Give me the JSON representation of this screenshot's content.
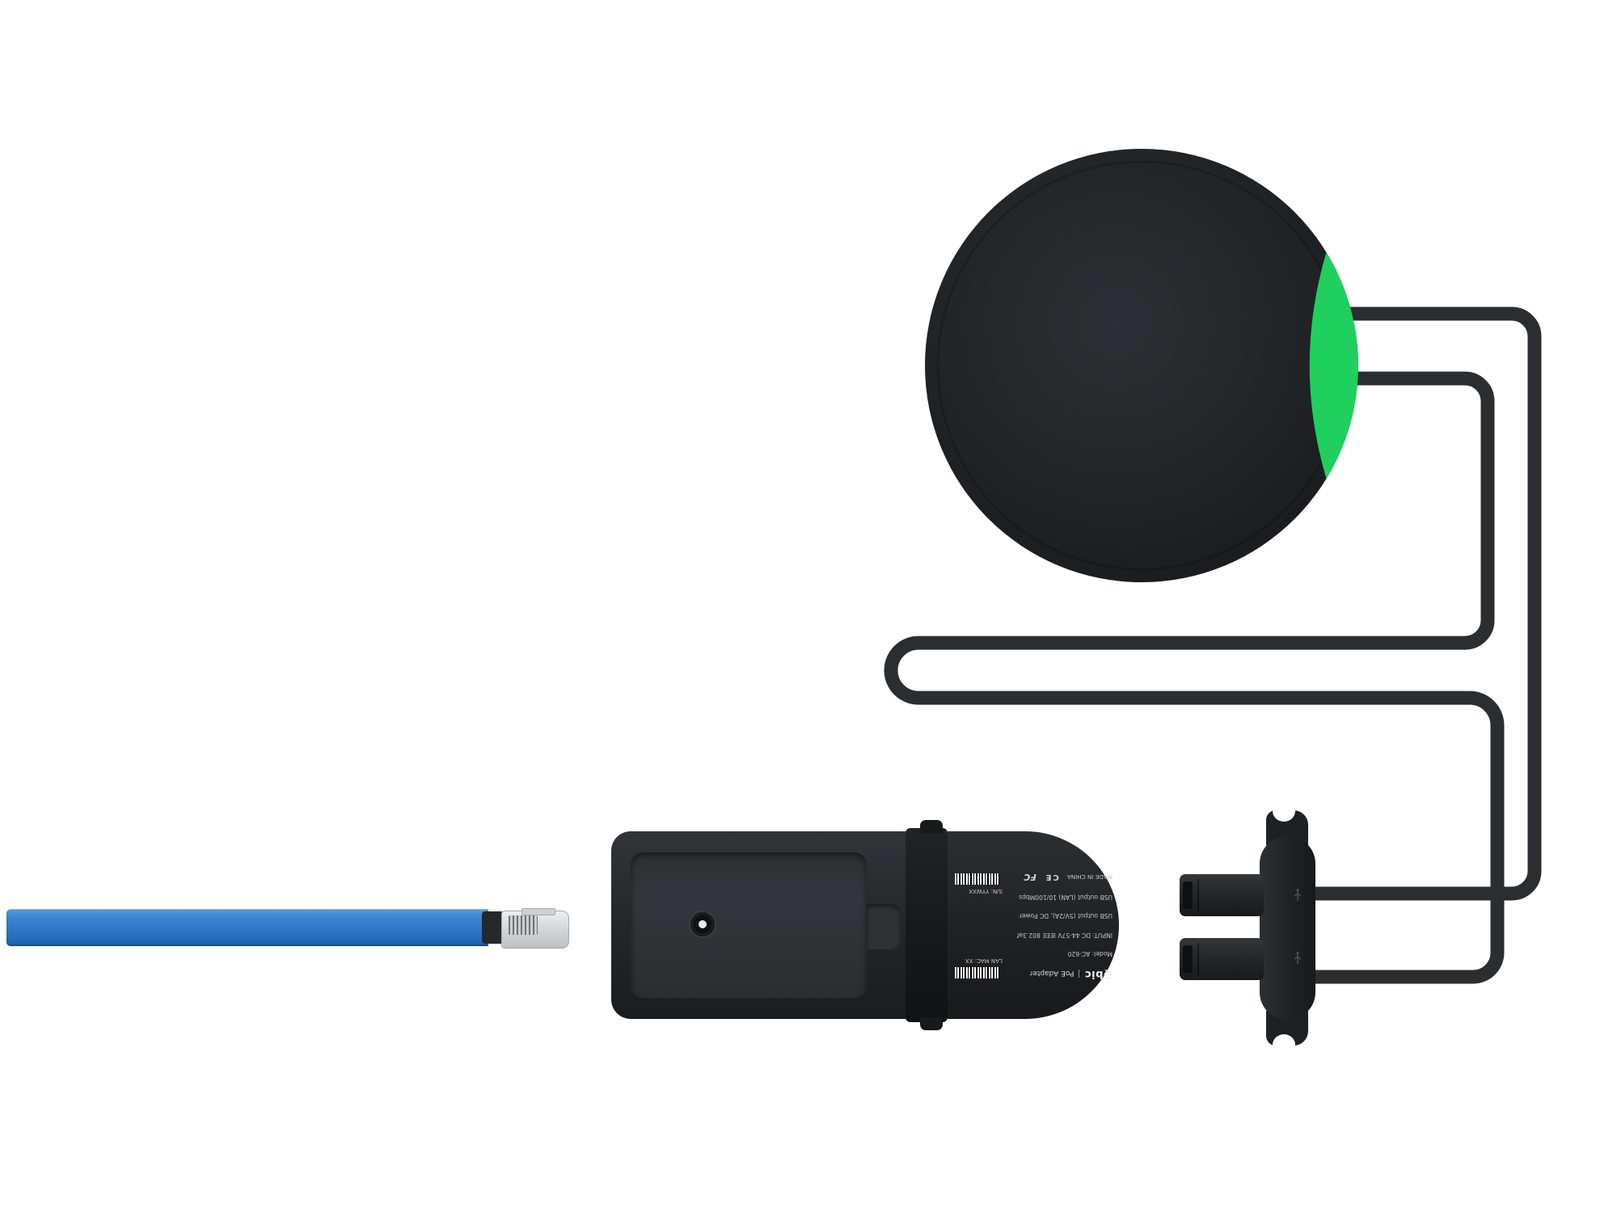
{
  "scene": {
    "background": "#ffffff",
    "accent_green": "#1fd05e",
    "device_black": "#212427",
    "cable_color": "#2b2e31",
    "ethernet_blue": "#2f7ac9"
  },
  "adapter_label": {
    "brand": "Qbic",
    "product_name": "PoE Adapter",
    "model": "Model: AC-620",
    "line_input": "INPUT: DC 44-57V IEEE 802.3af",
    "line_usb_power": "USB output (5V/2A), DC Power",
    "line_usb_lan": "USB output (LAN)  10/100Mbps",
    "made_in": "MADE IN CHINA",
    "fcc_mark": "FC",
    "ce_mark": "CE",
    "serial": "S/N: YYWXX",
    "lan_mac": "LAN MAC: XX"
  }
}
